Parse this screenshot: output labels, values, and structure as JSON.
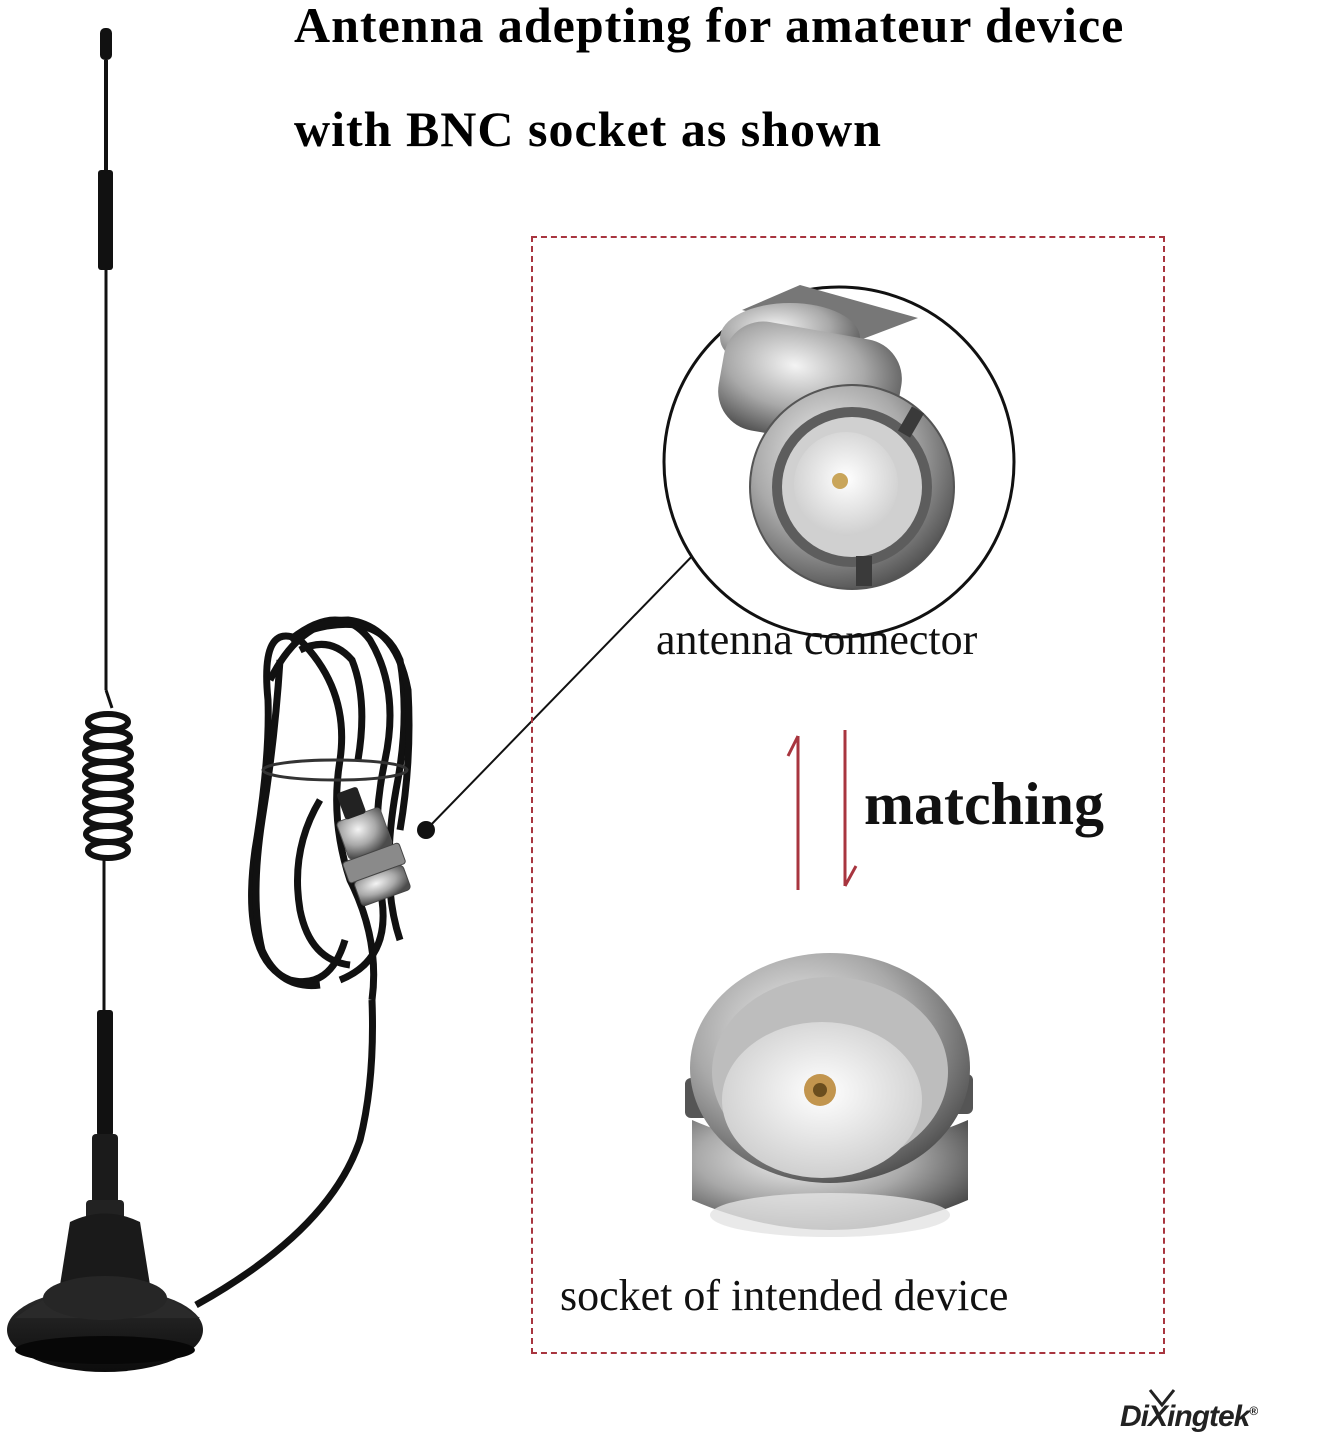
{
  "headline": {
    "line1": "Antenna adepting for amateur device",
    "line2": "with BNC socket as shown"
  },
  "callout": {
    "connector_label": "antenna connector",
    "matching_label": "matching",
    "socket_label": "socket of intended device",
    "frame_color": "#a8353f",
    "arrow_color": "#a8353f"
  },
  "brand": {
    "name": "DiXingtek",
    "mark": "®"
  },
  "icons": [
    "magnetic-antenna-photo",
    "bnc-plug-photo",
    "bnc-socket-photo",
    "double-arrow-icon"
  ]
}
